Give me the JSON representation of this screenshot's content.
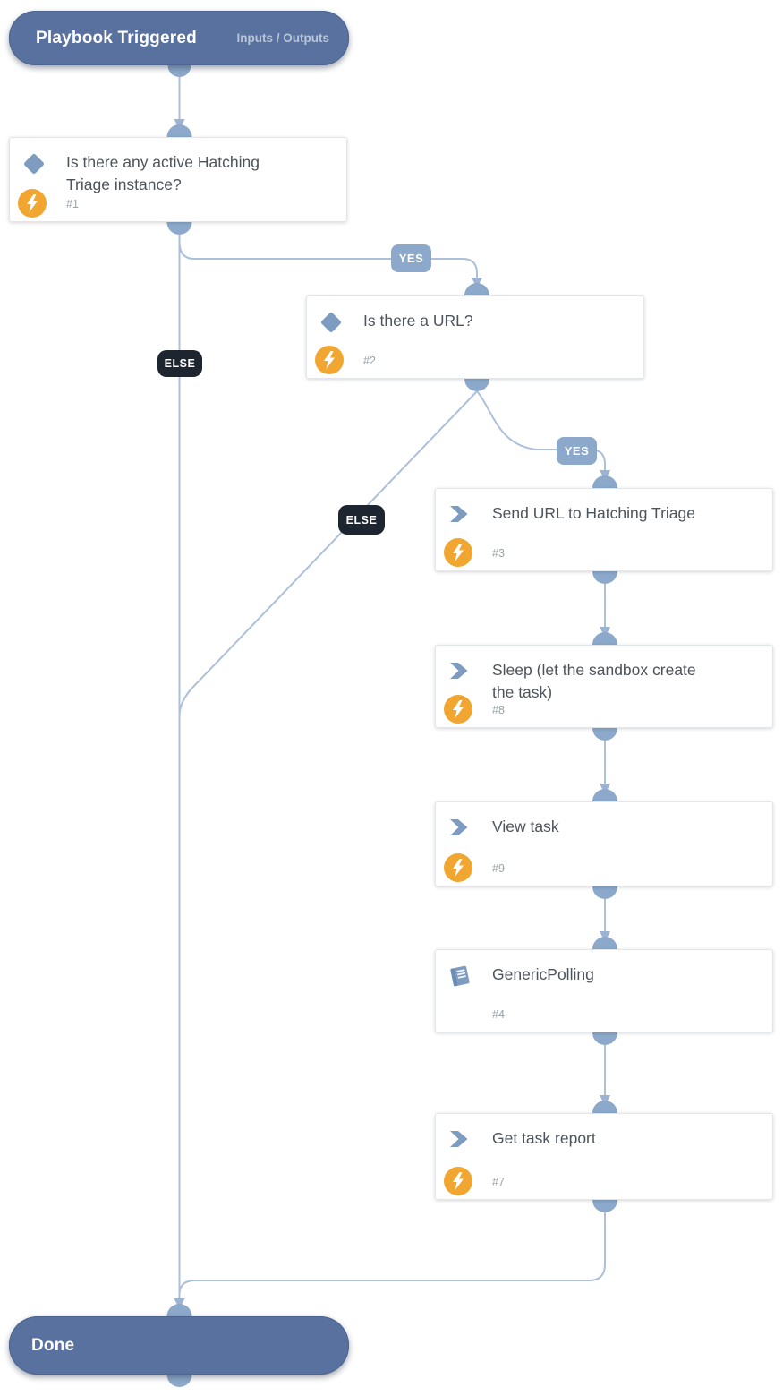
{
  "start_node": {
    "title": "Playbook Triggered",
    "action_label": "Inputs / Outputs"
  },
  "end_node": {
    "title": "Done"
  },
  "branches": {
    "yes1": "YES",
    "else1": "ELSE",
    "yes2": "YES",
    "else2": "ELSE"
  },
  "nodes": [
    {
      "id": "#1",
      "title": "Is there any active Hatching Triage instance?",
      "type": "condition",
      "automation": true
    },
    {
      "id": "#2",
      "title": "Is there a URL?",
      "type": "condition",
      "automation": true
    },
    {
      "id": "#3",
      "title": "Send URL to Hatching Triage",
      "type": "task",
      "automation": true
    },
    {
      "id": "#8",
      "title": "Sleep (let the sandbox create the task)",
      "type": "task",
      "automation": true
    },
    {
      "id": "#9",
      "title": "View task",
      "type": "task",
      "automation": true
    },
    {
      "id": "#4",
      "title": "GenericPolling",
      "type": "sub-playbook",
      "automation": false
    },
    {
      "id": "#7",
      "title": "Get task report",
      "type": "task",
      "automation": true
    }
  ],
  "colors": {
    "terminal_bar": "#58719f",
    "connector_line": "#adc0da",
    "connector_port": "#8ca9cb",
    "yes_badge": "#8ca9cb",
    "else_badge": "#1d2531",
    "automation_badge": "#f0a631",
    "type_icon": "#7d9cc0",
    "card_border": "#e3e6e9",
    "title_text": "#4e545b"
  }
}
